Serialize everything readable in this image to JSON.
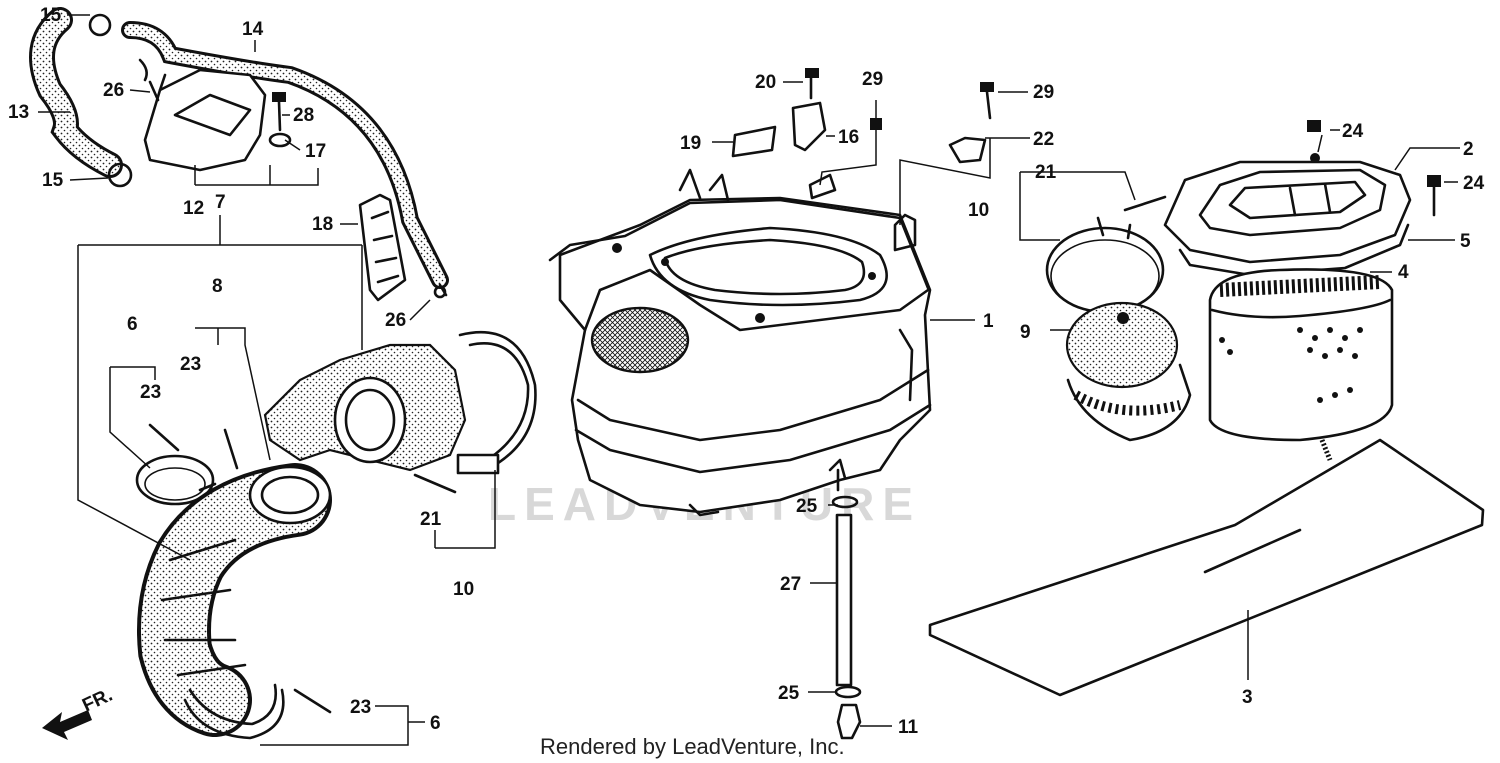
{
  "watermark": "LEADVENTURE",
  "footer": "Rendered by LeadVenture, Inc.",
  "direction_label": "FR.",
  "callouts": {
    "c1": "1",
    "c2": "2",
    "c3": "3",
    "c4": "4",
    "c5": "5",
    "c6a": "6",
    "c6b": "6",
    "c7": "7",
    "c8": "8",
    "c9": "9",
    "c10a": "10",
    "c10b": "10",
    "c11": "11",
    "c12": "12",
    "c13": "13",
    "c14": "14",
    "c15a": "15",
    "c15b": "15",
    "c16": "16",
    "c17": "17",
    "c18": "18",
    "c19": "19",
    "c20": "20",
    "c21a": "21",
    "c21b": "21",
    "c22": "22",
    "c23a": "23",
    "c23b": "23",
    "c23c": "23",
    "c24a": "24",
    "c24b": "24",
    "c25a": "25",
    "c25b": "25",
    "c26a": "26",
    "c26b": "26",
    "c27": "27",
    "c28": "28",
    "c29a": "29",
    "c29b": "29"
  }
}
